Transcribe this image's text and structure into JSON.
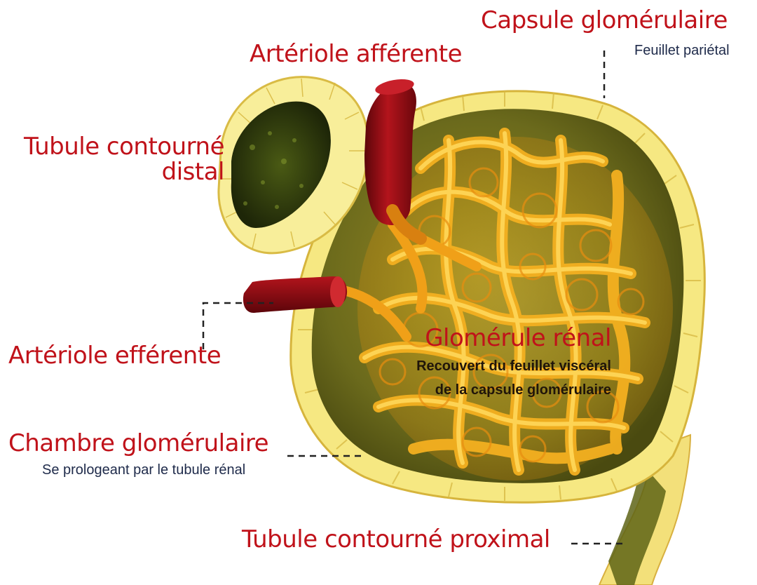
{
  "labels": {
    "capsule": "Capsule glomérulaire",
    "capsule_sub": "Feuillet pariétal",
    "afferent": "Artériole afférente",
    "distal_1": "Tubule contourné",
    "distal_2": "distal",
    "efferent": "Artériole efférente",
    "glomerule": "Glomérule rénal",
    "glomerule_sub_1": "Recouvert du feuillet viscéral",
    "glomerule_sub_2": "de la capsule glomérulaire",
    "chambre": "Chambre glomérulaire",
    "chambre_sub": "Se prologeant par le tubule rénal",
    "proximal": "Tubule contourné proximal"
  },
  "colors": {
    "label_red": "#c0121a",
    "sub_text": "#1e2a4a",
    "capillary": "#f7b418",
    "capsule_wall": "#f4e27a",
    "chamber": "#6b6a1c",
    "arteriole": "#8e0c12",
    "distal_lumen": "#2f3a10"
  }
}
